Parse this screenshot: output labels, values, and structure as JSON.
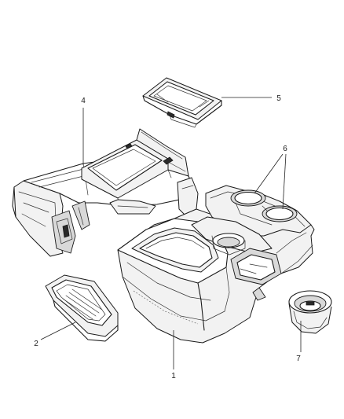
{
  "callouts": [
    {
      "id": "1",
      "label": "1"
    },
    {
      "id": "2",
      "label": "2"
    },
    {
      "id": "4",
      "label": "4"
    },
    {
      "id": "5",
      "label": "5"
    },
    {
      "id": "6",
      "label": "6"
    },
    {
      "id": "7",
      "label": "7"
    }
  ]
}
